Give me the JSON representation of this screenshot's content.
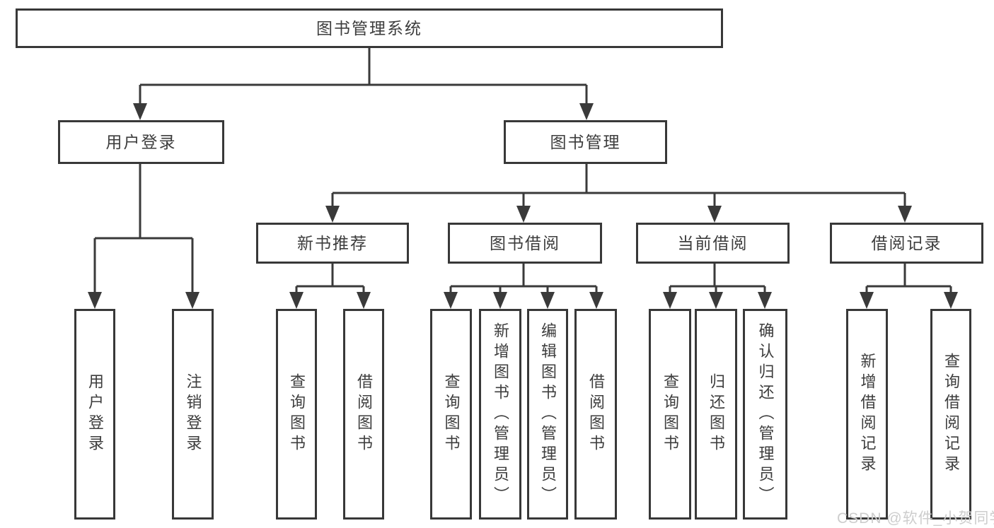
{
  "tree": {
    "root": "图书管理系统",
    "children": [
      {
        "label": "用户登录",
        "children": [
          "用户登录",
          "注销登录"
        ]
      },
      {
        "label": "图书管理",
        "children": [
          {
            "label": "新书推荐",
            "children": [
              "查询图书",
              "借阅图书"
            ]
          },
          {
            "label": "图书借阅",
            "children": [
              "查询图书",
              "新增图书（管理员）",
              "编辑图书（管理员）",
              "借阅图书"
            ]
          },
          {
            "label": "当前借阅",
            "children": [
              "查询图书",
              "归还图书",
              "确认归还（管理员）"
            ]
          },
          {
            "label": "借阅记录",
            "children": [
              "新增借阅记录",
              "查询借阅记录"
            ]
          }
        ]
      }
    ]
  },
  "watermark": "CSDN @软件_小贺同学",
  "colors": {
    "line": "#3a3a3a",
    "box_border": "#383838",
    "box_background": "#ffffff",
    "text": "#3d3d3d",
    "watermark_text": "#cdcdcd",
    "background": "#ffffff"
  }
}
